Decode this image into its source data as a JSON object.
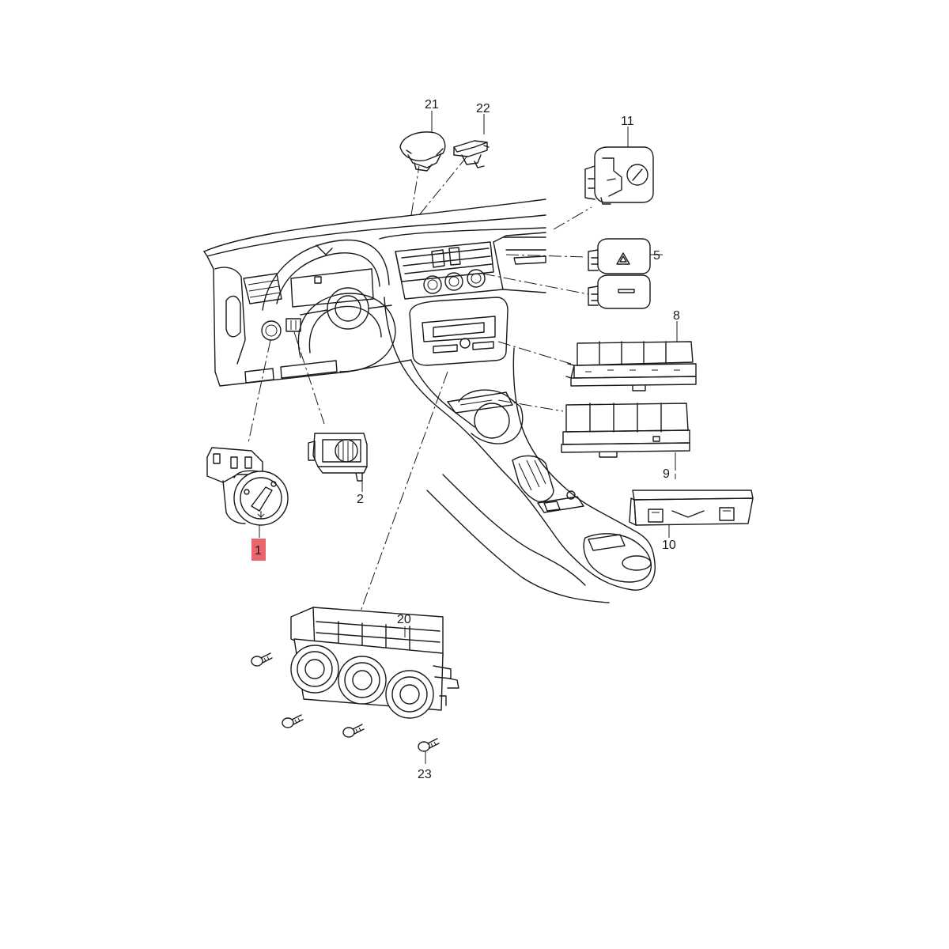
{
  "callouts": {
    "c1": "1",
    "c2": "2",
    "c5": "5",
    "c8": "8",
    "c9": "9",
    "c10": "10",
    "c11": "11",
    "c20": "20",
    "c21": "21",
    "c22": "22",
    "c23": "23"
  },
  "highlight": {
    "callout": "1",
    "color": "#e8666c"
  }
}
